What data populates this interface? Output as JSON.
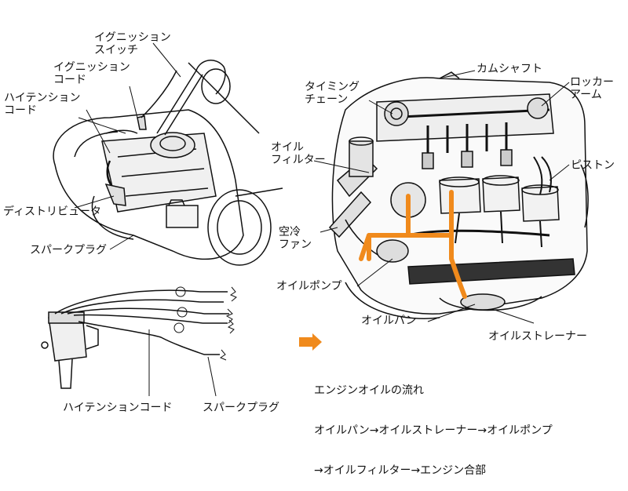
{
  "labels": {
    "ignition_switch": "イグニッション\nスイッチ",
    "ignition_cord": "イグニッション\nコード",
    "high_tension_cord_top": "ハイテンション\nコード",
    "distributor": "ディストリビュータ",
    "spark_plug_top": "スパークプラグ",
    "camshaft": "カムシャフト",
    "rocker_arm": "ロッカー\nアーム",
    "timing_chain": "タイミング\nチェーン",
    "oil_filter": "オイル\nフィルター",
    "piston": "ピストン",
    "air_cooling_fan": "空冷\nファン",
    "oil_pump": "オイルポンプ",
    "oil_pan": "オイルパン",
    "oil_strainer": "オイルストレーナー",
    "high_tension_cord_bottom": "ハイテンションコード",
    "spark_plug_bottom": "スパークプラグ"
  },
  "legend": {
    "title": "エンジンオイルの流れ",
    "line1": "オイルパン→オイルストレーナー→オイルポンプ",
    "line2": "→オイルフィルター→エンジン合部"
  },
  "colors": {
    "oil_flow": "#f08a1c",
    "line": "#111111"
  }
}
